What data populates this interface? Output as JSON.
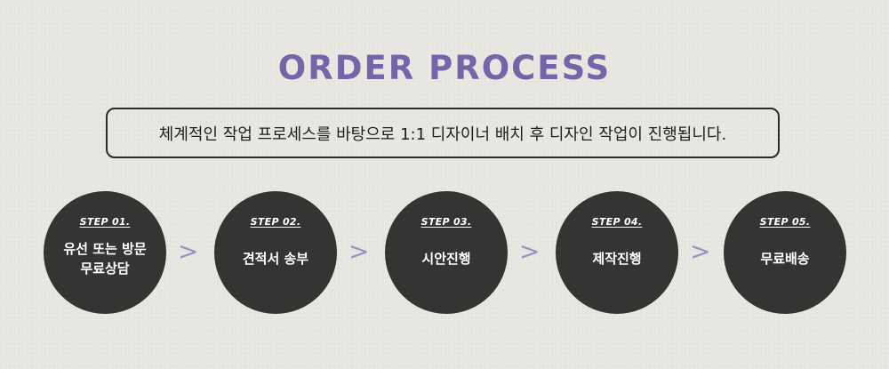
{
  "header": {
    "title": "ORDER PROCESS",
    "description": "체계적인 작업 프로세스를 바탕으로 1:1 디자이너 배치 후 디자인 작업이 진행됩니다."
  },
  "steps": [
    {
      "label": "STEP 01.",
      "name": "유선 또는 방문\n무료상담"
    },
    {
      "label": "STEP 02.",
      "name": "견적서 송부"
    },
    {
      "label": "STEP 03.",
      "name": "시안진행"
    },
    {
      "label": "STEP 04.",
      "name": "제작진행"
    },
    {
      "label": "STEP 05.",
      "name": "무료배송"
    }
  ],
  "separator": ">",
  "colors": {
    "accent": "#7565a8",
    "circle": "#363432",
    "arrow": "#9b92c3",
    "background": "#e9e7e1"
  }
}
